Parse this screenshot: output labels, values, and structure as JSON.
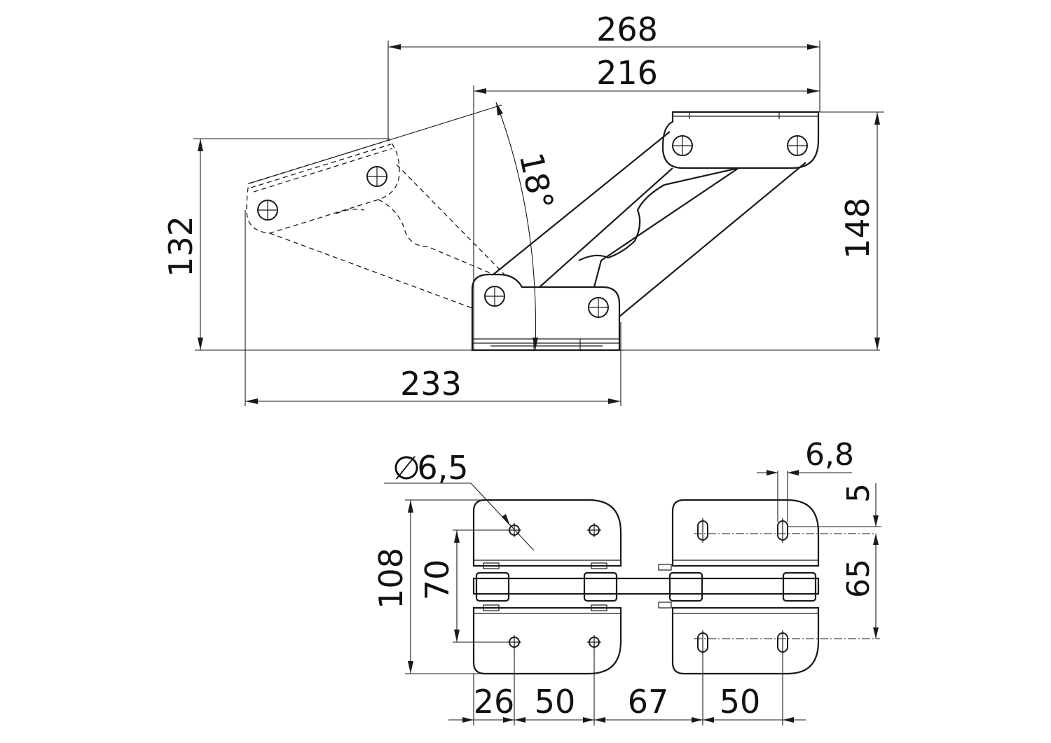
{
  "drawing": {
    "side_view": {
      "dim_overall_top": "268",
      "dim_top_plate": "216",
      "dim_angle": "18°",
      "dim_left_height": "132",
      "dim_right_height": "148",
      "dim_bottom_width": "233"
    },
    "plan_view": {
      "dim_hole_diameter_symbol": "∅",
      "dim_hole_diameter": "6,5",
      "dim_slot_width": "6,8",
      "dim_slot_length": "5",
      "dim_total_height": "108",
      "dim_hole_spacing_left": "70",
      "dim_hole_spacing_right": "65",
      "dim_edge_offset": "26",
      "dim_hole_pitch_left": "50",
      "dim_gap": "67",
      "dim_hole_pitch_right": "50"
    }
  }
}
